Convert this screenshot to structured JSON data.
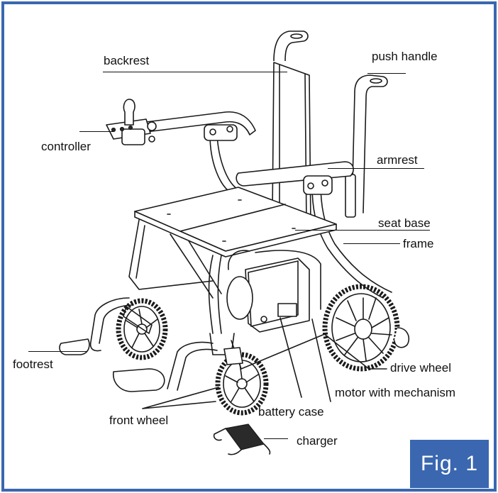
{
  "figure": {
    "badge": "Fig. 1",
    "border_color": "#3a67b0",
    "badge_color": "#3a67b0"
  },
  "labels": {
    "backrest": "backrest",
    "push_handle": "push handle",
    "controller": "controller",
    "armrest": "armrest",
    "seat_base": "seat base",
    "frame": "frame",
    "footrest": "footrest",
    "drive_wheel": "drive wheel",
    "motor_with_mechanism": "motor with mechanism",
    "front_wheel": "front wheel",
    "battery_case": "battery case",
    "charger": "charger"
  }
}
